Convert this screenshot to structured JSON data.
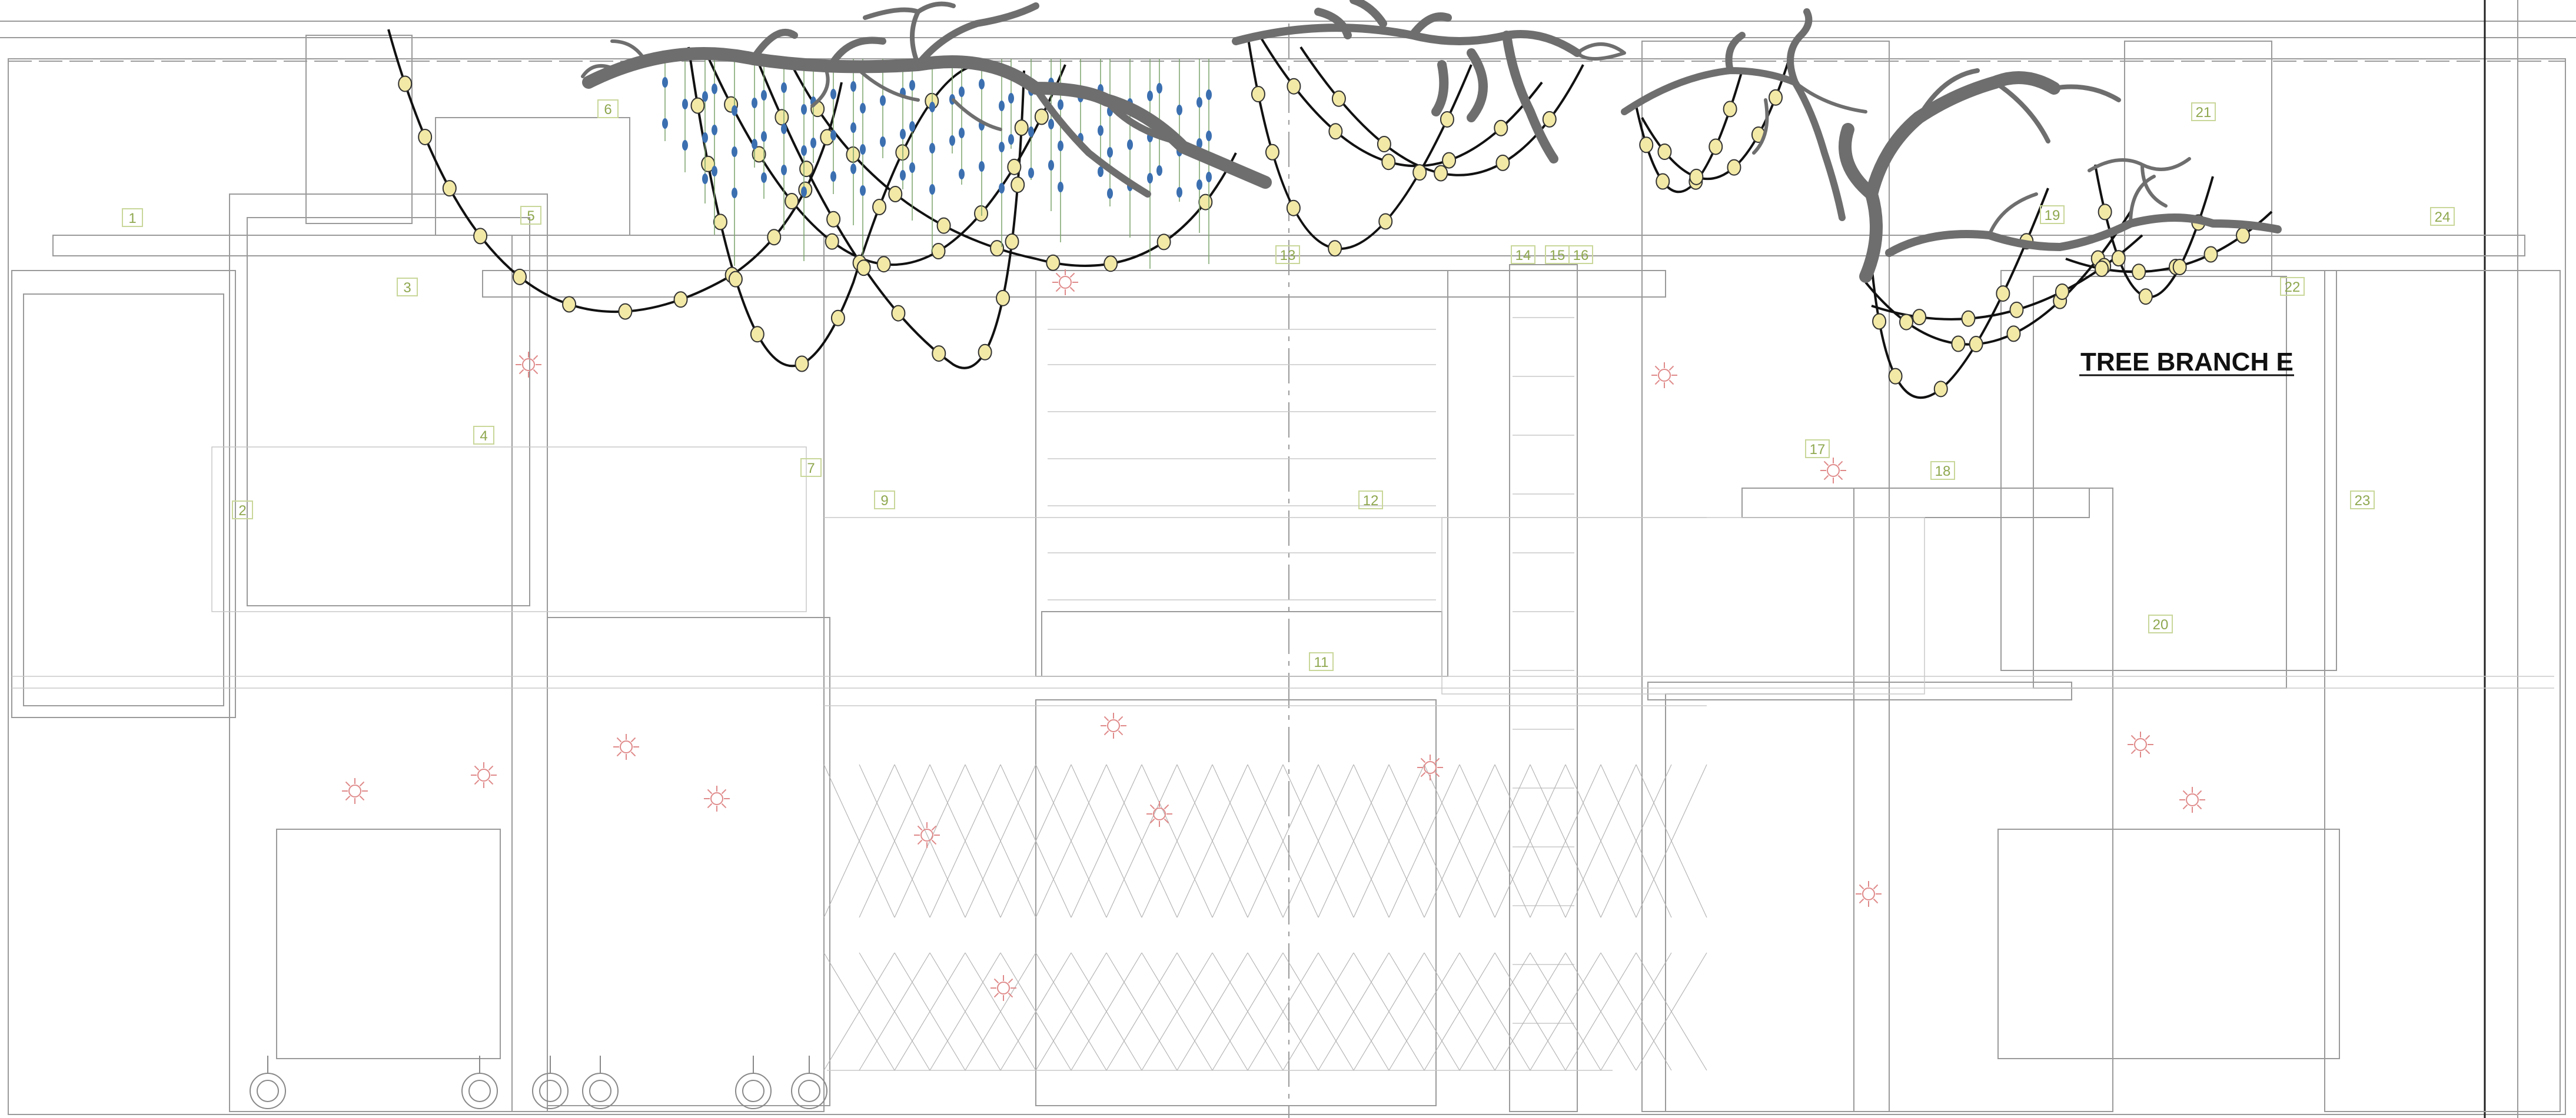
{
  "drawing": {
    "title": "TREE BRANCH  E",
    "zone_labels": [
      "1",
      "2",
      "3",
      "4",
      "5",
      "6",
      "7",
      "9",
      "11",
      "12",
      "13",
      "14",
      "15",
      "16",
      "17",
      "18",
      "19",
      "20",
      "21",
      "22",
      "23",
      "24"
    ],
    "colors": {
      "background": "#ffffff",
      "linework": "#9a9a9a",
      "linework_light": "#c8c8c8",
      "heavy": "#111111",
      "branch": "#6e6e6e",
      "label_box": "#c9d79a",
      "label_text": "#8fa84f",
      "fixture_marker": "#e08a8a",
      "bulb": "#f3e9a6",
      "pendant": "#3b6fb0"
    },
    "icons": [
      "tree-branch-icon",
      "string-light-icon",
      "pendant-light-icon",
      "fixture-marker-icon",
      "caster-wheel-icon"
    ]
  }
}
